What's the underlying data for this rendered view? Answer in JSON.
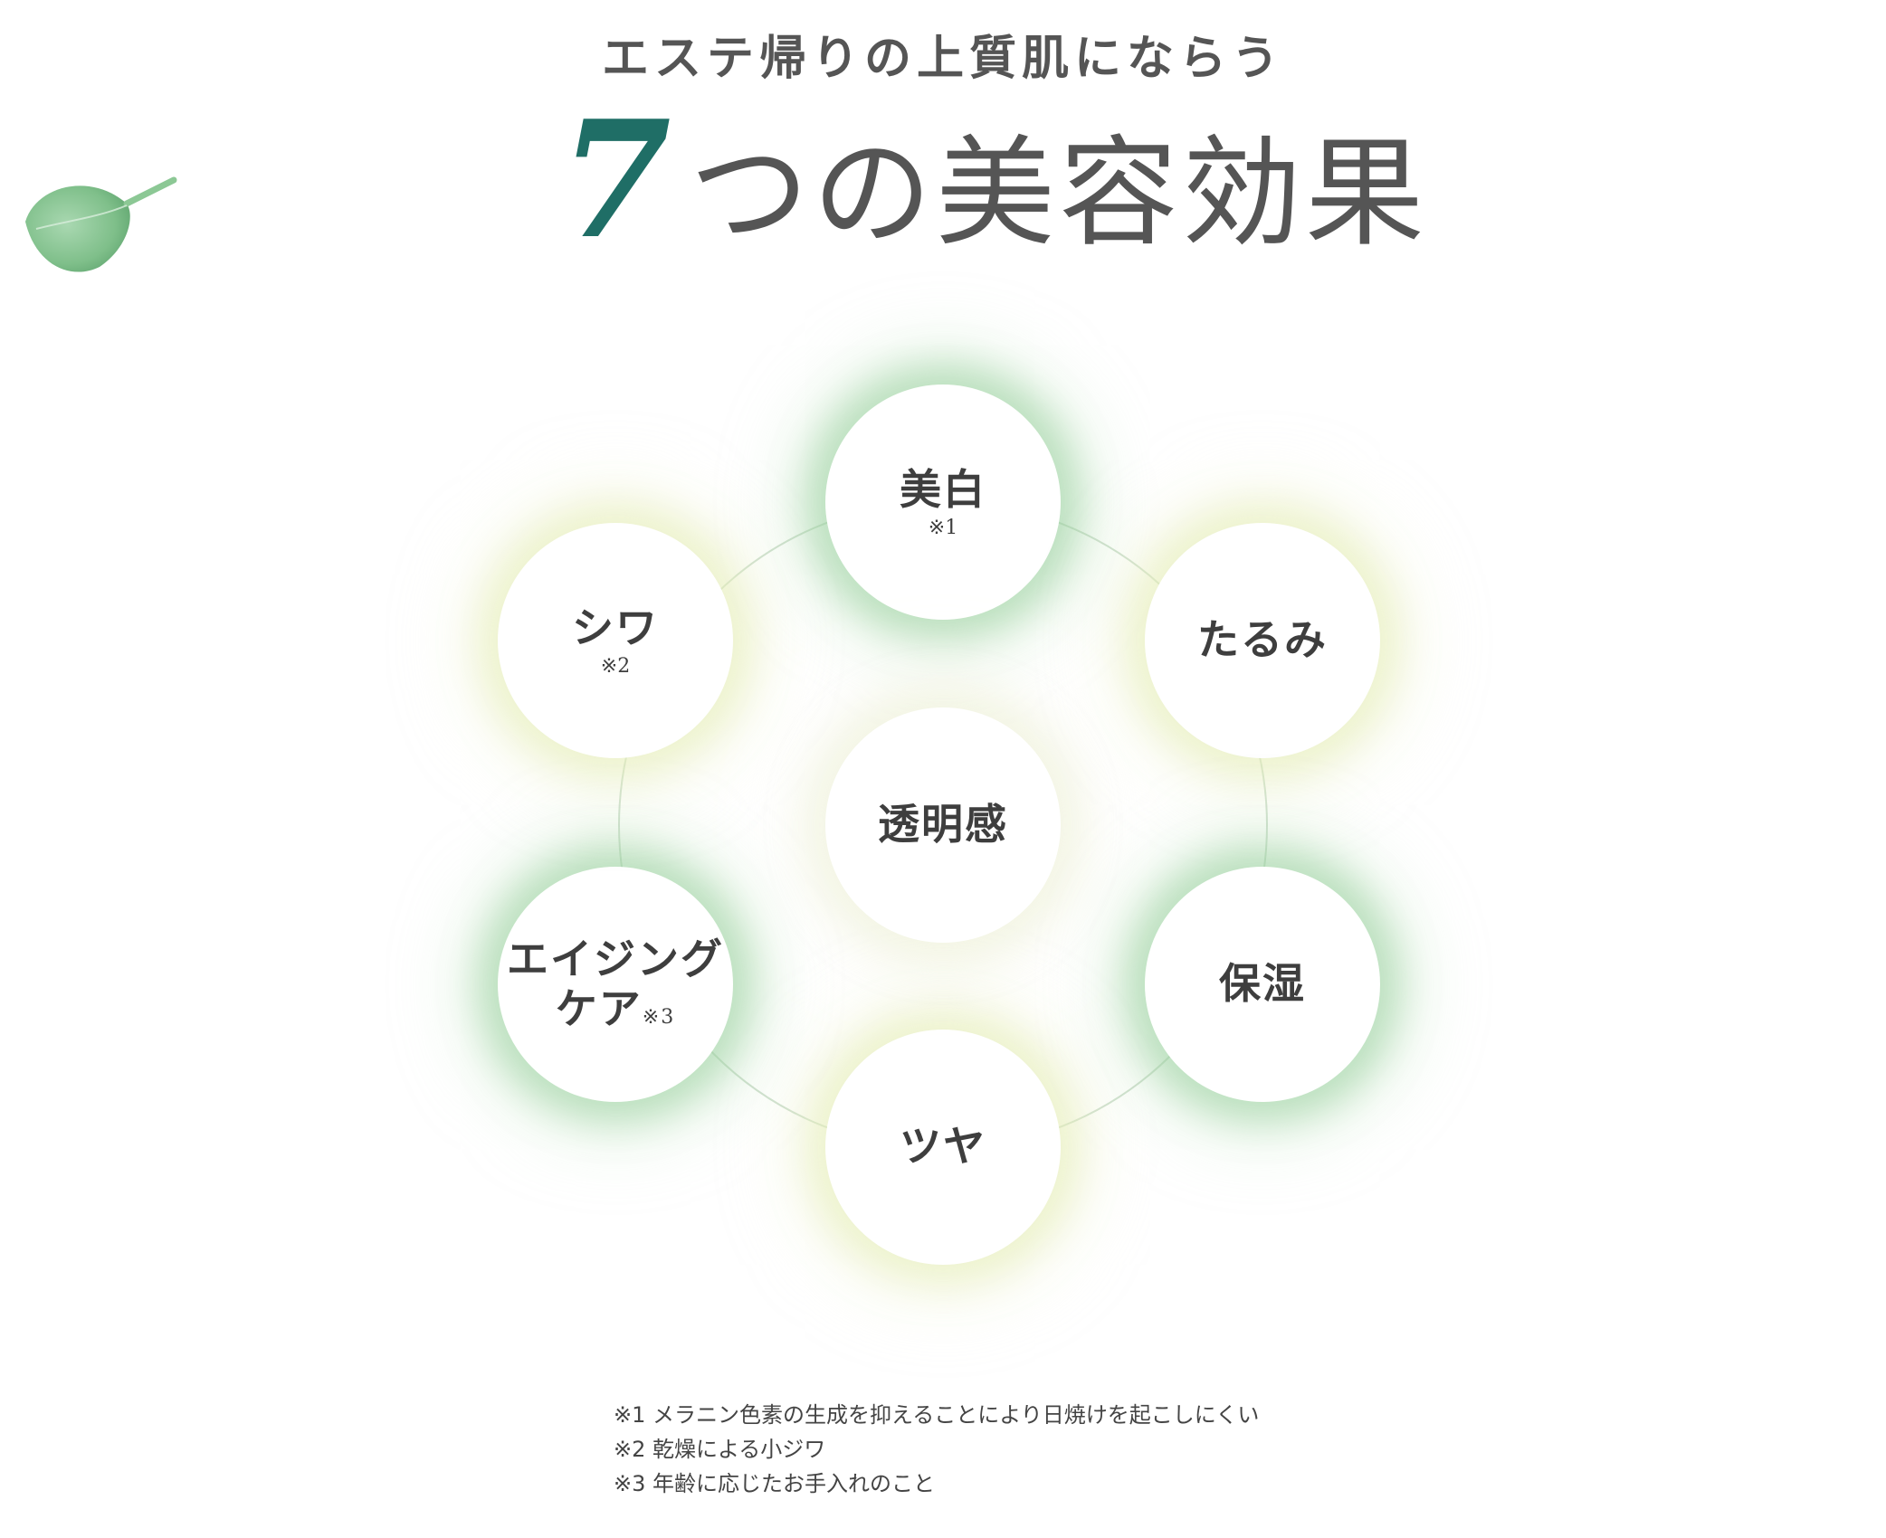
{
  "header": {
    "subtitle": "エステ帰りの上質肌にならう",
    "title_number": "7",
    "title_rest": "つの美容効果"
  },
  "effects": [
    {
      "label": "美白",
      "note": "※1"
    },
    {
      "label": "たるみ",
      "note": ""
    },
    {
      "label": "保湿",
      "note": ""
    },
    {
      "label": "ツヤ",
      "note": ""
    },
    {
      "label_line1": "エイジング",
      "label_line2": "ケア",
      "note": "※3"
    },
    {
      "label": "シワ",
      "note": "※2"
    },
    {
      "label": "透明感",
      "note": ""
    }
  ],
  "footnotes": [
    "※1 メラニン色素の生成を抑えることにより日焼けを起こしにくい",
    "※2 乾燥による小ジワ",
    "※3 年齢に応じたお手入れのこと"
  ],
  "colors": {
    "accent_number": "#1f6e66",
    "glow_green": "#96cd9b",
    "glow_yellow": "#e4ecb2",
    "leaf": "#7fbf8a"
  },
  "icons": {
    "decoration": "leaf-icon"
  }
}
